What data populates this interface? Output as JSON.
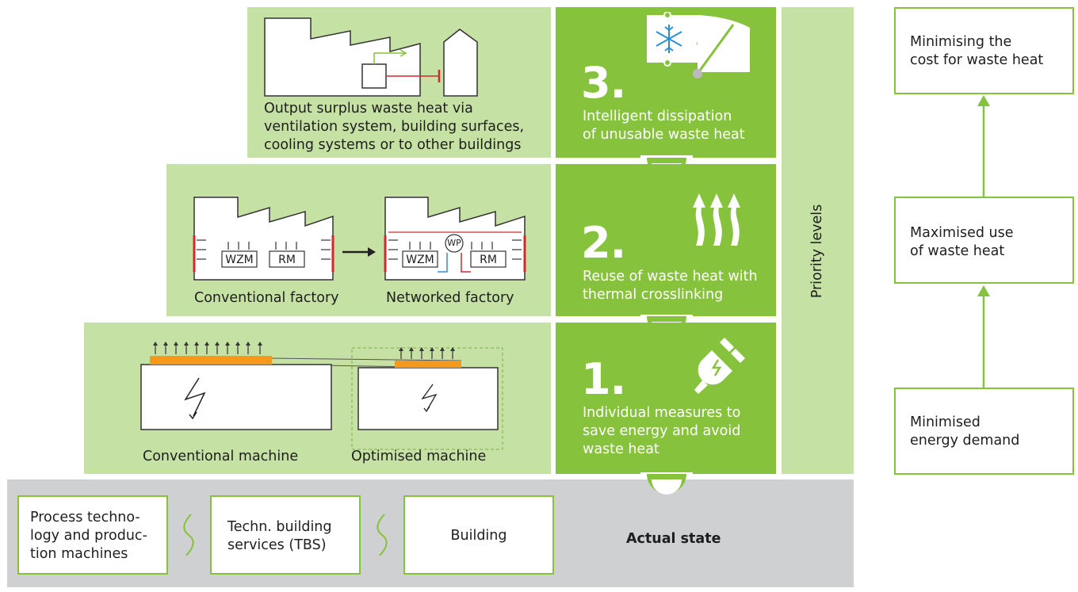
{
  "levels": [
    {
      "number": "3.",
      "text_line1": "Intelligent dissipation",
      "text_line2": "of unusable waste heat",
      "caption_line1": "Output surplus waste heat via",
      "caption_line2": "ventilation system, building surfaces,",
      "caption_line3": "cooling systems or to other buildings"
    },
    {
      "number": "2.",
      "text_line1": "Reuse of waste heat with",
      "text_line2": "thermal crosslinking",
      "caption_left": "Conventional factory",
      "caption_right": "Networked factory"
    },
    {
      "number": "1.",
      "text_line1": "Individual measures to",
      "text_line2": "save energy and avoid",
      "text_line3": "waste heat",
      "caption_left": "Conventional machine",
      "caption_right": "Optimised machine"
    }
  ],
  "factory_labels": {
    "wzm": "WZM",
    "rm": "RM",
    "wp": "WP"
  },
  "priority_label": "Priority levels",
  "base": {
    "box1_line1": "Process techno-",
    "box1_line2": "logy and produc-",
    "box1_line3": "tion machines",
    "box2_line1": "Techn. building",
    "box2_line2": "services (TBS)",
    "box3": "Building",
    "actual_state": "Actual state"
  },
  "goals": [
    {
      "line1": "Minimising the",
      "line2": "cost for waste heat"
    },
    {
      "line1": "Maximised use",
      "line2": "of waste heat"
    },
    {
      "line1": "Minimised",
      "line2": "energy demand"
    }
  ],
  "colors": {
    "light_green": "#c6e1a4",
    "dark_green": "#86c23c",
    "grey": "#cfd0d1",
    "orange": "#f39a1e",
    "red": "#d7262e",
    "blue": "#2b8fd8"
  }
}
